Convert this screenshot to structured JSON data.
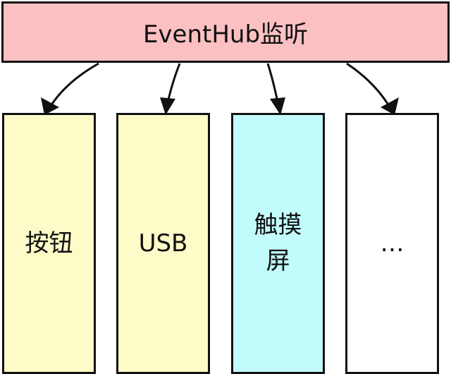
{
  "hub": {
    "label": "EventHub监听",
    "color": "#fbc0c2"
  },
  "devices": [
    {
      "label": "按钮",
      "color": "#fdfbc8"
    },
    {
      "label": "USB",
      "color": "#fdfbc8"
    },
    {
      "label": "触摸屏",
      "color": "#c2fbfb"
    },
    {
      "label": "…",
      "color": "#ffffff"
    }
  ]
}
